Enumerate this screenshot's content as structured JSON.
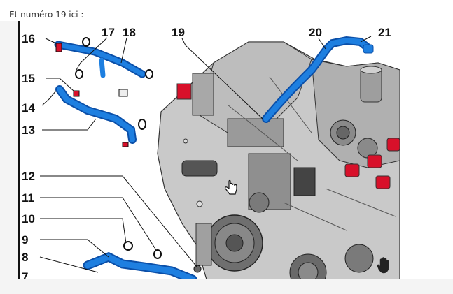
{
  "caption": "Et numéro 19 ici :",
  "callouts": {
    "n16": "16",
    "n17": "17",
    "n18": "18",
    "n19": "19",
    "n20": "20",
    "n21": "21",
    "n15": "15",
    "n14": "14",
    "n13": "13",
    "n12": "12",
    "n11": "11",
    "n10": "10",
    "n9": "9",
    "n8": "8",
    "n7": "7"
  },
  "colors": {
    "hose_blue": "#1e7fe0",
    "hose_blue_dark": "#0b4fa8",
    "engine_grey": "#b8b8b8",
    "engine_dark": "#4a4a4a",
    "accent_red": "#d8102a"
  },
  "icons": {
    "pan": "hand-pan-icon",
    "cursor": "hand-cursor-icon"
  }
}
